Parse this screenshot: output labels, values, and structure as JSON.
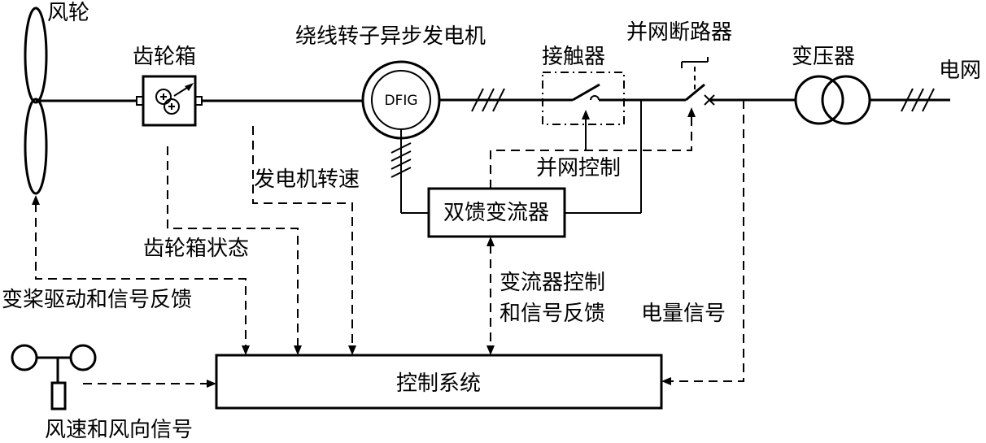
{
  "labels": {
    "wind_rotor": "风轮",
    "gearbox": "齿轮箱",
    "generator": "绕线转子异步发电机",
    "dfig": "DFIG",
    "contactor": "接触器",
    "grid_breaker": "并网断路器",
    "transformer": "变压器",
    "grid": "电网",
    "generator_speed": "发电机转速",
    "grid_control": "并网控制",
    "converter": "双馈变流器",
    "gearbox_status": "齿轮箱状态",
    "converter_control_1": "变流器控制",
    "converter_control_2": "和信号反馈",
    "pitch_drive": "变桨驱动和信号反馈",
    "electrical_signal": "电量信号",
    "control_system": "控制系统",
    "wind_signal": "风速和风向信号"
  }
}
